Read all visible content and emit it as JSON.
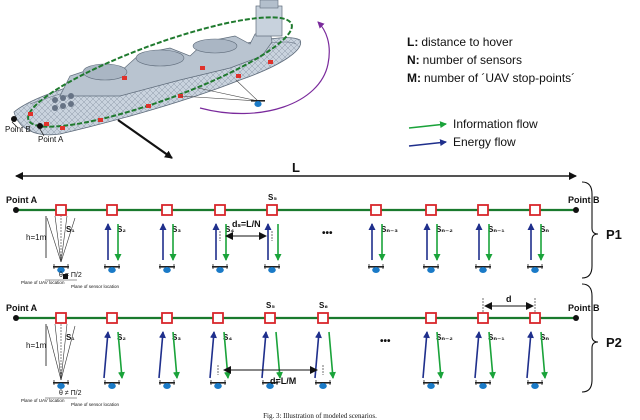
{
  "legend": {
    "definitions": [
      {
        "symbol": "L:",
        "text": "distance to hover"
      },
      {
        "symbol": "N:",
        "text": "number of sensors"
      },
      {
        "symbol": "M:",
        "text": "number of ´UAV stop-points´"
      }
    ],
    "flows": [
      {
        "label": "Information flow",
        "color": "#1aa33a"
      },
      {
        "label": "Energy flow",
        "color": "#1f2f8c"
      }
    ]
  },
  "ship": {
    "point_a": "Point A",
    "point_b": "Point B"
  },
  "span": {
    "label": "L"
  },
  "rows": [
    {
      "id": "P1",
      "label": "P1",
      "start": "Point A",
      "end": "Point B",
      "height_label": "h=1m",
      "spacing_label": "dₛ=L/N",
      "ellipsis": "•••",
      "angle_label": "θ = Π/2",
      "uav_plane_label": "Plane of UAV location",
      "sensor_plane_label": "Plane of sensor location",
      "sensors": [
        "S₁",
        "S₂",
        "S₃",
        "S₄",
        "S₅",
        "Sₙ₋₃",
        "Sₙ₋₂",
        "Sₙ₋₁",
        "Sₙ"
      ]
    },
    {
      "id": "P2",
      "label": "P2",
      "start": "Point A",
      "end": "Point B",
      "height_label": "h=1m",
      "spacing_label": "d=L/M",
      "gap_label": "d",
      "ellipsis": "•••",
      "angle_label": "θ ≠ Π/2",
      "uav_plane_label": "Plane of UAV location",
      "sensor_plane_label": "Plane of sensor location",
      "sensors": [
        "S₁",
        "S₂",
        "S₃",
        "S₄",
        "S₅",
        "S₆",
        "Sₙ₋₂",
        "Sₙ₋₁",
        "Sₙ"
      ]
    }
  ],
  "caption": "Fig. 3: Illustration of modeled scenarios."
}
